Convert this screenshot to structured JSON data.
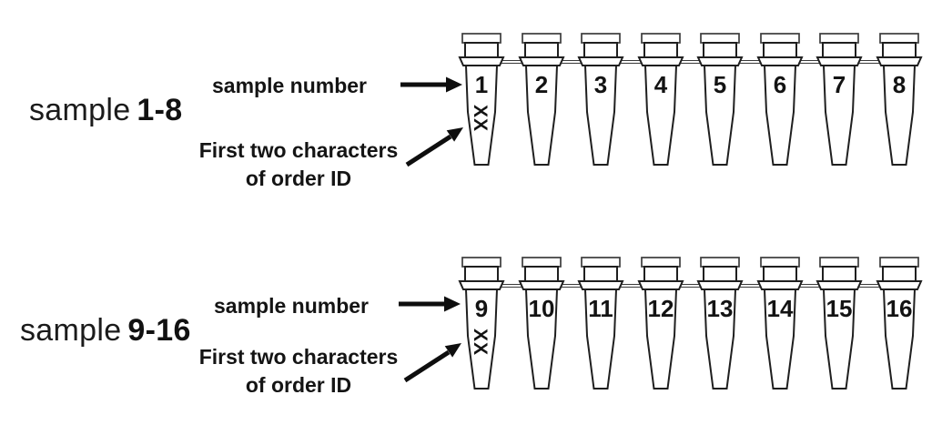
{
  "colors": {
    "ink": "#161616",
    "background": "#ffffff",
    "line": "#1f1f1f"
  },
  "rows": [
    {
      "label_prefix": "sample",
      "label_range": "1-8",
      "sample_number_label": "sample number",
      "order_id_line1": "First two characters",
      "order_id_line2": "of order ID",
      "first_tube_mark": "XX",
      "tubes": [
        "1",
        "2",
        "3",
        "4",
        "5",
        "6",
        "7",
        "8"
      ]
    },
    {
      "label_prefix": "sample",
      "label_range": "9-16",
      "sample_number_label": "sample number",
      "order_id_line1": "First two characters",
      "order_id_line2": "of order ID",
      "first_tube_mark": "XX",
      "tubes": [
        "9",
        "10",
        "11",
        "12",
        "13",
        "14",
        "15",
        "16"
      ]
    }
  ]
}
